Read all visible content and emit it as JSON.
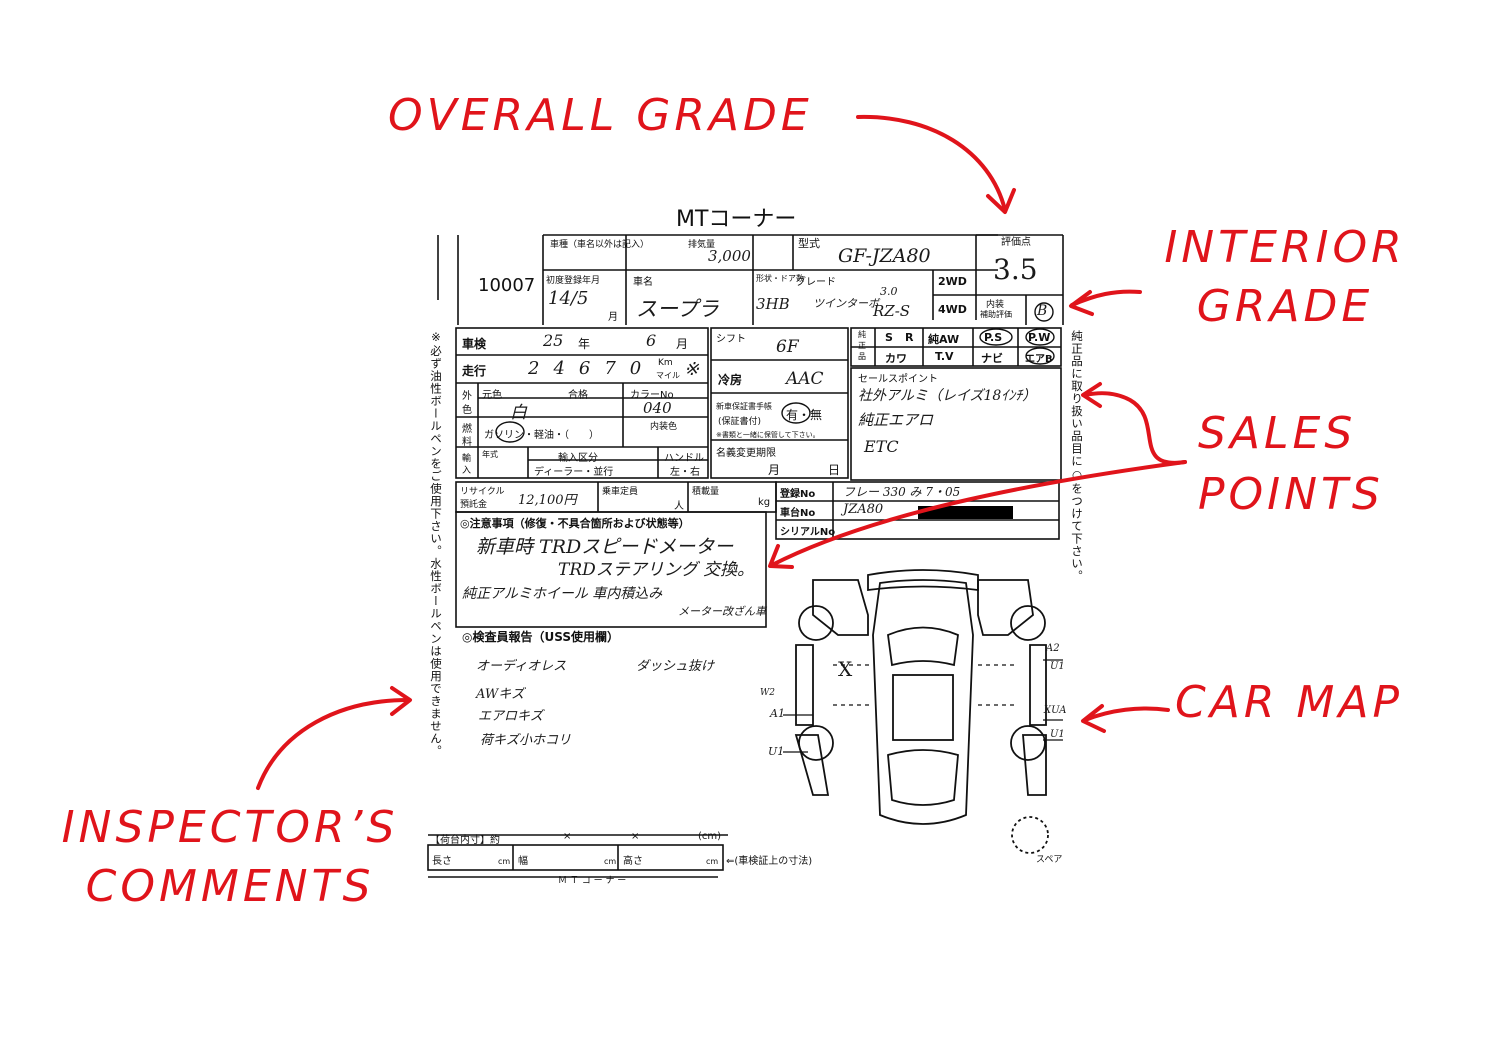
{
  "callouts": {
    "overall_grade": "OVERALL GRADE",
    "interior_grade": [
      "INTERIOR",
      "GRADE"
    ],
    "sales_points": [
      "SALES",
      "POINTS"
    ],
    "car_map": "CAR MAP",
    "inspector_comments": [
      "INSPECTOR’S",
      "COMMENTS"
    ]
  },
  "colors": {
    "annotation": "#e0141b",
    "ink": "#111111",
    "redaction": "#000000"
  },
  "sheet": {
    "title": "MTコーナー",
    "lot_number": "10007",
    "header": {
      "car_name_label": "車種（車名以外は記入）",
      "displacement_label": "排気量",
      "displacement_value": "3,000",
      "model_label": "型式",
      "model_value": "GF-JZA80",
      "first_reg_label": "初度登録年月",
      "first_reg_value": "14/5",
      "month_char": "月",
      "make_label": "車名",
      "make_value": "スープラ",
      "doors_label": "形状・ドア数",
      "doors_value": "3HB",
      "grade_label": "グレード",
      "grade_value_1": "3.0",
      "grade_value_2": "ツインターボ",
      "grade_value_3": "RZ-S",
      "drive_2wd": "2WD",
      "drive_4wd": "4WD",
      "score_label": "評価点",
      "score_value": "3.5",
      "interior_label_1": "内装",
      "interior_label_2": "補助評価",
      "interior_value": "B"
    },
    "left_vertical_note": "※必ず油性ボールペンをご使用下さい。水性ボールペンは使用できません。",
    "right_vertical_note": "純正品に取り扱い品目に○をつけて下さい。",
    "fields": {
      "shaken_label": "車検",
      "shaken_value": "25",
      "year_char": "年",
      "shaken_month_value": "6",
      "month_char": "月",
      "mileage_label": "走行",
      "mileage_value": "24670",
      "km_label": "Km",
      "mile_label": "マイル",
      "mileage_mark": "※",
      "exterior_color_label_1": "外",
      "exterior_color_label_2": "色",
      "original_color_label": "元色",
      "pass_label": "合格",
      "exterior_color_value": "白",
      "color_no_label": "カラーNo",
      "color_no_value": "040",
      "fuel_label_1": "燃",
      "fuel_label_2": "料",
      "fuel_options": "ガソリン・軽油・（　　）",
      "interior_color_label": "内装色",
      "import_label_1": "輸",
      "import_label_2": "入",
      "year_type_label": "年式",
      "import_class_label": "輸入区分",
      "handle_label": "ハンドル",
      "import_class_value": "ディーラー・並行",
      "handle_value": "左・右",
      "shift_label": "シフト",
      "shift_value": "6F",
      "ac_label": "冷房",
      "ac_value": "AAC",
      "manual_label_1": "新車保証書手帳",
      "manual_label_2": "(保証書付)",
      "manual_value": "有・無",
      "manual_note": "※書類と一緒に保管して下さい。",
      "name_change_label": "名義変更期限",
      "name_change_month": "月",
      "name_change_day": "日",
      "recycle_label_1": "リサイクル",
      "recycle_label_2": "預託金",
      "recycle_value": "12,100円",
      "capacity_label": "乗車定員",
      "capacity_unit": "人",
      "load_label": "積載量",
      "load_unit": "kg",
      "reg_no_label": "登録No",
      "reg_no_value": "フレー 330 み 7・05",
      "chassis_label": "車台No",
      "chassis_value": "JZA80",
      "serial_label": "シリアルNo"
    },
    "options": {
      "row1": [
        "S",
        "R",
        "純AW",
        "P.S",
        "P.W"
      ],
      "row2": [
        "カワ",
        "T.V",
        "ナビ",
        "エアB"
      ],
      "row_label_1": "純",
      "row_label_2": "正",
      "row_label_3": "品"
    },
    "sales_points": {
      "label": "セールスポイント",
      "line1": "社外アルミ（レイズ18ｲﾝﾁ）",
      "line2": "純正エアロ",
      "line3": "ETC"
    },
    "notes": {
      "label": "◎注意事項（修復・不具合箇所および状態等）",
      "line1": "新車時 TRDスピードメーター",
      "line2": "TRDステアリング 交換。",
      "line3": "純正アルミホイール 車内積込み",
      "line4": "メーター改ざん車"
    },
    "inspector": {
      "label": "◎検査員報告（USS使用欄）",
      "line1": "オーディオレス",
      "line2": "ダッシュ抜け",
      "line3": "AWキズ",
      "line4": "エアロキズ",
      "line5": "荷キズ小ホコリ"
    },
    "car_map_marks": {
      "x_mark": "X",
      "a1_label_left": "A1",
      "w_label_left": "W2",
      "u_label_left": "U1",
      "a2_label_right": "A2",
      "u1_label_right": "U1",
      "xua_label_right": "XUA",
      "u_label_right": "U1",
      "spare_label": "スペア"
    },
    "bottom": {
      "cargo_label": "【荷台内寸】約",
      "times_1": "×",
      "times_2": "×",
      "cm_label": "(cm)",
      "length_label": "長さ",
      "width_label": "幅",
      "height_label": "高さ",
      "cm": "cm",
      "shaken_size_label": "⇐(車検証上の寸法)",
      "footer": "Ｍ Ｔ コ ー ナ ー"
    }
  }
}
